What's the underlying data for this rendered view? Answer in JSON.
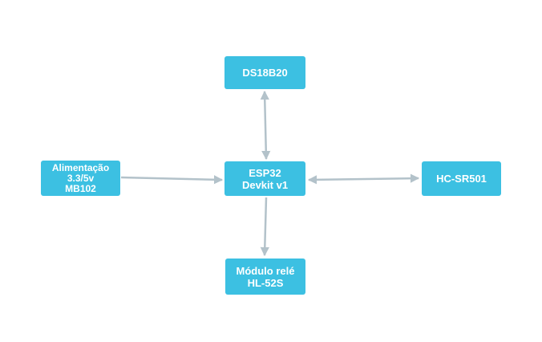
{
  "colors": {
    "node_fill": "#3cc0e2",
    "node_text": "#ffffff",
    "connector": "#b3c2ca",
    "background": "#ffffff"
  },
  "nodes": {
    "ds18b20": {
      "lines": [
        "DS18B20"
      ]
    },
    "esp32": {
      "lines": [
        "ESP32",
        "Devkit v1"
      ]
    },
    "alimentacao": {
      "lines": [
        "Alimentação",
        "3.3/5v",
        "MB102"
      ]
    },
    "hcsr501": {
      "lines": [
        "HC-SR501"
      ]
    },
    "rele": {
      "lines": [
        "Módulo relé",
        "HL-52S"
      ]
    }
  },
  "connections": [
    {
      "from": "ds18b20",
      "to": "esp32",
      "direction": "both"
    },
    {
      "from": "alimentacao",
      "to": "esp32",
      "direction": "forward"
    },
    {
      "from": "esp32",
      "to": "hcsr501",
      "direction": "both"
    },
    {
      "from": "esp32",
      "to": "rele",
      "direction": "forward"
    }
  ]
}
